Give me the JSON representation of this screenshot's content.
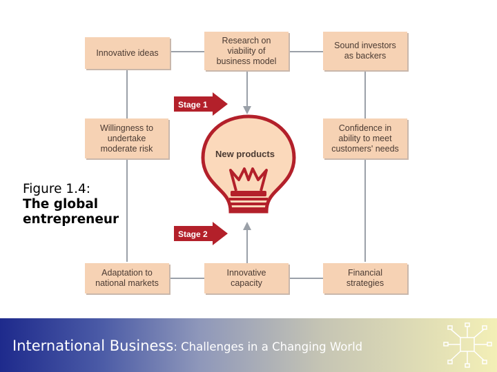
{
  "diagram": {
    "boxes": {
      "innovative_ideas": "Innovative ideas",
      "research": "Research on\nviability of\nbusiness model",
      "investors": "Sound investors\nas backers",
      "willingness": "Willingness to\nundertake\nmoderate risk",
      "confidence": "Confidence in\nability to meet\ncustomers' needs",
      "adaptation": "Adaptation to\nnational markets",
      "innovative_capacity": "Innovative\ncapacity",
      "financial": "Financial\nstrategies"
    },
    "bulb_label": "New products",
    "stage1": "Stage 1",
    "stage2": "Stage 2"
  },
  "caption": {
    "line1": "Figure 1.4:",
    "line2": "The global",
    "line3": "entrepreneur"
  },
  "footer": {
    "title": "International Business",
    "subtitle": ": Challenges in a Changing World"
  },
  "colors": {
    "box": "#f6d2b4",
    "arrow": "#b3202a",
    "footer_left": "#1e2a8c",
    "footer_right": "#f3efb6"
  }
}
